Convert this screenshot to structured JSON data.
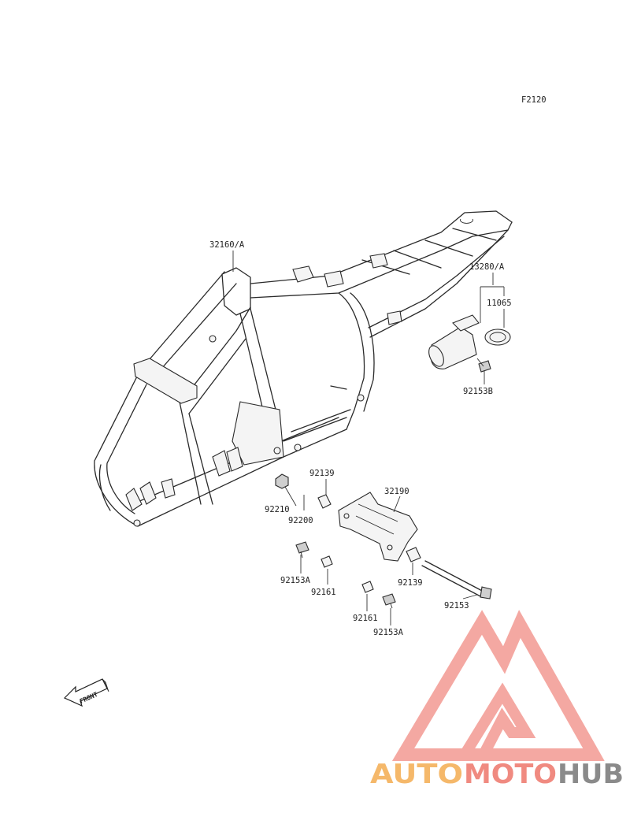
{
  "figure_code": "F2120",
  "front_label": "FRONT",
  "parts": {
    "p32160": "32160/A",
    "p13280": "13280/A",
    "p11065": "11065",
    "p92153B": "92153B",
    "p92139_top": "92139",
    "p92210": "92210",
    "p92200": "92200",
    "p32190": "32190",
    "p92153A_left": "92153A",
    "p92161_left": "92161",
    "p92139_right": "92139",
    "p92153": "92153",
    "p92161_bottom": "92161",
    "p92153A_bottom": "92153A"
  },
  "watermark": {
    "word_auto": "AUTO",
    "word_moto": "MOTO",
    "word_hub": "HUB",
    "color_auto": "#f5b86a",
    "color_moto": "#f08a80",
    "color_hub": "#8a8a8a",
    "logo_color": "#f39a92"
  }
}
